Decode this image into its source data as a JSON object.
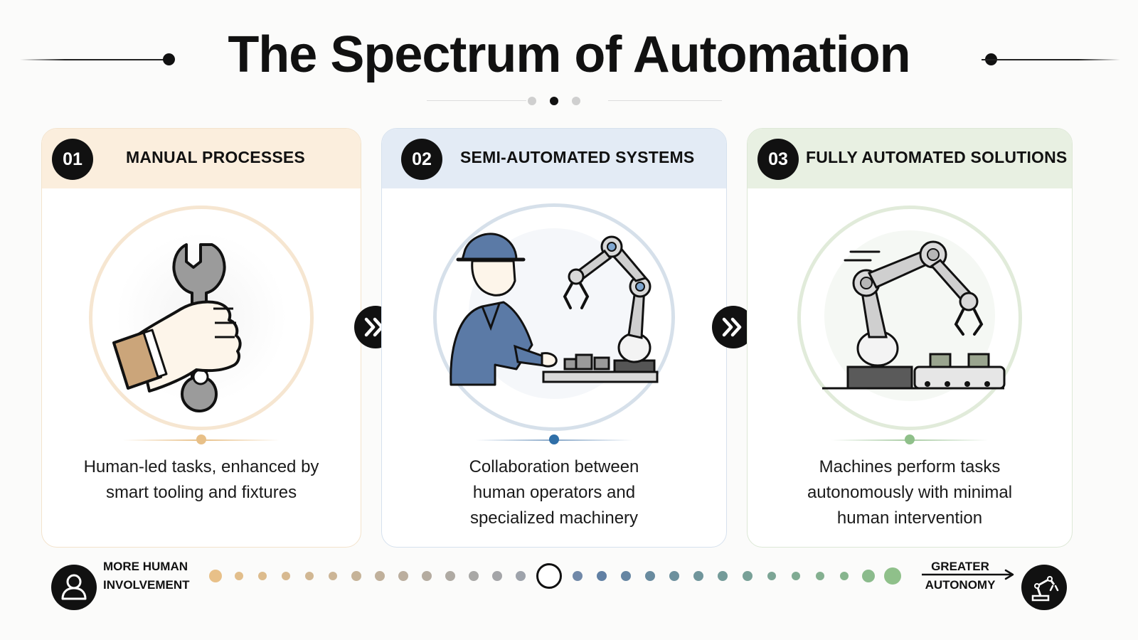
{
  "title": "The Spectrum of Automation",
  "colors": {
    "manual_accent": "#e8c088",
    "manual_head": "#fbeedd",
    "semi_accent": "#2f6fa8",
    "semi_head": "#e3ebf5",
    "full_accent": "#8fc08a",
    "full_head": "#e8f0e2",
    "dark": "#111111"
  },
  "cards": [
    {
      "number": "01",
      "title": "MANUAL PROCESSES",
      "description": "Human-led tasks, enhanced by smart tooling and fixtures",
      "icon": "hand-wrench-icon"
    },
    {
      "number": "02",
      "title": "SEMI-AUTOMATED SYSTEMS",
      "description": "Collaboration between human operators and specialized machinery",
      "icon": "worker-robot-arm-icon"
    },
    {
      "number": "03",
      "title": "FULLY AUTOMATED SOLUTIONS",
      "description": "Machines perform tasks autonomously with minimal human intervention",
      "icon": "robot-arm-conveyor-icon"
    }
  ],
  "scale": {
    "left_label_line1": "MORE HUMAN",
    "left_label_line2": "INVOLVEMENT",
    "right_label_line1": "GREATER",
    "right_label_line2": "AUTONOMY",
    "left_icon": "person-icon",
    "right_icon": "robot-arm-icon"
  }
}
